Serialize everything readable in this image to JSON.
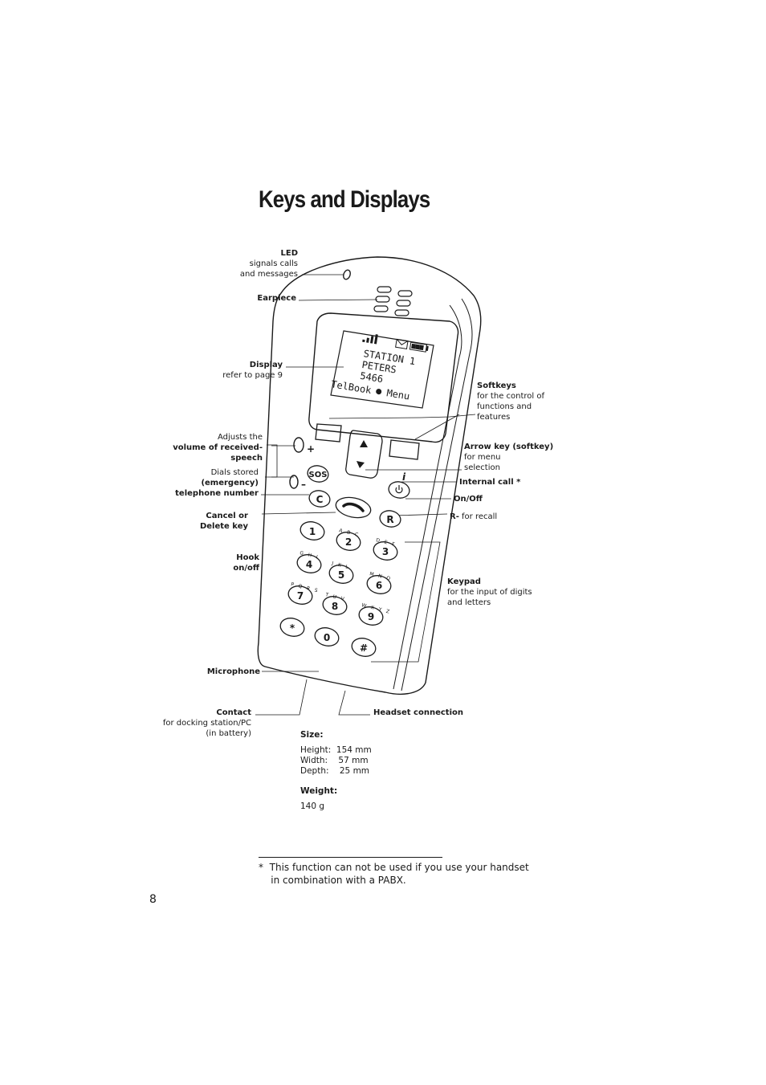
{
  "title": "Keys and Displays",
  "display_screen": {
    "line1": "STATION 1",
    "line2": "PETERS",
    "line3": "5466",
    "softkey_left": "TelBook",
    "softkey_right": "Menu"
  },
  "keypad": [
    {
      "digit": "1",
      "letters": ""
    },
    {
      "digit": "2",
      "letters": "A B C"
    },
    {
      "digit": "3",
      "letters": "D E F"
    },
    {
      "digit": "4",
      "letters": "G H I"
    },
    {
      "digit": "5",
      "letters": "J K L"
    },
    {
      "digit": "6",
      "letters": "M N O"
    },
    {
      "digit": "7",
      "letters": "P Q R S"
    },
    {
      "digit": "8",
      "letters": "T U V"
    },
    {
      "digit": "9",
      "letters": "W X Y Z"
    },
    {
      "digit": "*",
      "letters": ""
    },
    {
      "digit": "0",
      "letters": ""
    },
    {
      "digit": "#",
      "letters": ""
    }
  ],
  "keys": {
    "sos": "SOS",
    "cancel": "C",
    "recall": "R",
    "info": "i",
    "plus": "+",
    "minus": "–"
  },
  "labels": {
    "led": {
      "title": "LED",
      "line1": "signals calls",
      "line2": "and messages"
    },
    "earpiece": {
      "title": "Earpiece"
    },
    "display": {
      "title": "Display",
      "line1": "refer to page 9"
    },
    "volume": {
      "line1": "Adjusts the",
      "bold1": "volume of received-",
      "bold2": "speech"
    },
    "dials": {
      "line1": "Dials stored",
      "bold1": "(emergency)",
      "bold2": "telephone number"
    },
    "cancel": {
      "bold1": "Cancel or",
      "bold2": "Delete key"
    },
    "hook": {
      "bold1": "Hook",
      "bold2": "on/off"
    },
    "microphone": {
      "title": "Microphone"
    },
    "contact": {
      "title": "Contact",
      "line1": "for docking station/PC",
      "line2": "(in battery)"
    },
    "headset": {
      "title": "Headset connection"
    },
    "softkeys": {
      "title": "Softkeys",
      "line1": "for the control of",
      "line2": "functions and",
      "line3": "features"
    },
    "arrow": {
      "title": "Arrow key (softkey)",
      "line1": "for menu",
      "line2": "selection"
    },
    "internal": {
      "title": "Internal call *"
    },
    "onoff": {
      "title": "On/Off"
    },
    "recall": {
      "title": "R-",
      "line1": " for recall"
    },
    "keypad": {
      "title": "Keypad",
      "line1": "for the input of digits",
      "line2": "and letters"
    }
  },
  "specs": {
    "size_title": "Size:",
    "height": "Height:  154 mm",
    "width": "Width:    57 mm",
    "depth": "Depth:    25 mm",
    "weight_title": "Weight:",
    "weight": "140 g"
  },
  "footnote": {
    "line1": "*  This function can not be used if you use your handset",
    "line2": "    in combination with a PABX."
  },
  "page_number": "8"
}
